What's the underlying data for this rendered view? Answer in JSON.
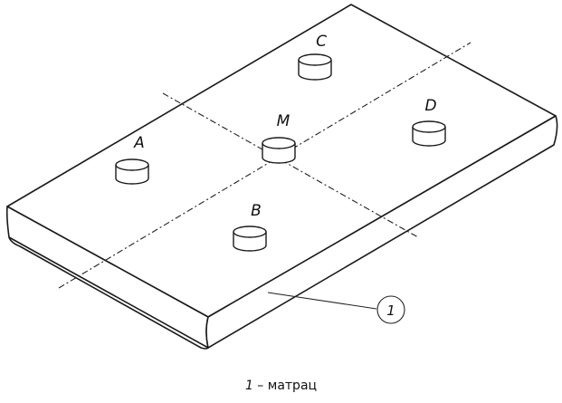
{
  "figure": {
    "point_labels": {
      "a": "A",
      "b": "B",
      "c": "C",
      "d": "D",
      "m": "M"
    },
    "callout": "1",
    "caption": {
      "number": "1",
      "separator": " – ",
      "text": "матрац"
    }
  }
}
